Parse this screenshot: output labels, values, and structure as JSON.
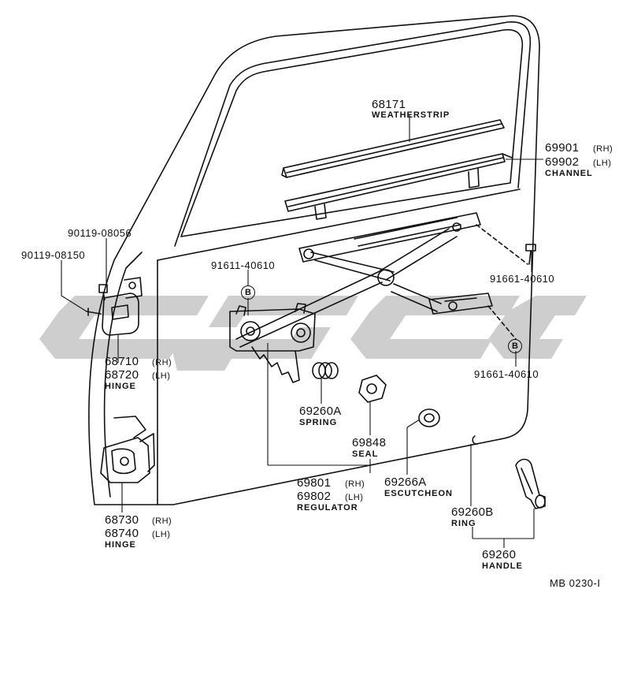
{
  "watermark_text": "GSGC",
  "colors": {
    "line": "#111111",
    "watermark": "#c9c9c9",
    "background": "#ffffff"
  },
  "bolt_marker": "B",
  "diagram_code": "MB 0230-I",
  "parts": {
    "weatherstrip": {
      "number": "68171",
      "name": "WEATHERSTRIP"
    },
    "channel": {
      "number_rh": "69901",
      "side_rh": "(RH)",
      "number_lh": "69902",
      "side_lh": "(LH)",
      "name": "CHANNEL"
    },
    "bolt_upper_left": {
      "number": "90119-08056"
    },
    "bolt_left": {
      "number": "90119-08150"
    },
    "bolt_regulator": {
      "number": "91611-40610"
    },
    "bolt_right_upper": {
      "number": "91661-40610"
    },
    "bolt_right_lower": {
      "number": "91661-40610"
    },
    "upper_hinge": {
      "number_rh": "68710",
      "side_rh": "(RH)",
      "number_lh": "68720",
      "side_lh": "(LH)",
      "name": "HINGE"
    },
    "lower_hinge": {
      "number_rh": "68730",
      "side_rh": "(RH)",
      "number_lh": "68740",
      "side_lh": "(LH)",
      "name": "HINGE"
    },
    "spring": {
      "number": "69260A",
      "name": "SPRING"
    },
    "seal": {
      "number": "69848",
      "name": "SEAL"
    },
    "regulator": {
      "number_rh": "69801",
      "side_rh": "(RH)",
      "number_lh": "69802",
      "side_lh": "(LH)",
      "name": "REGULATOR"
    },
    "escutcheon": {
      "number": "69266A",
      "name": "ESCUTCHEON"
    },
    "ring": {
      "number": "69260B",
      "name": "RING"
    },
    "handle": {
      "number": "69260",
      "name": "HANDLE"
    }
  }
}
